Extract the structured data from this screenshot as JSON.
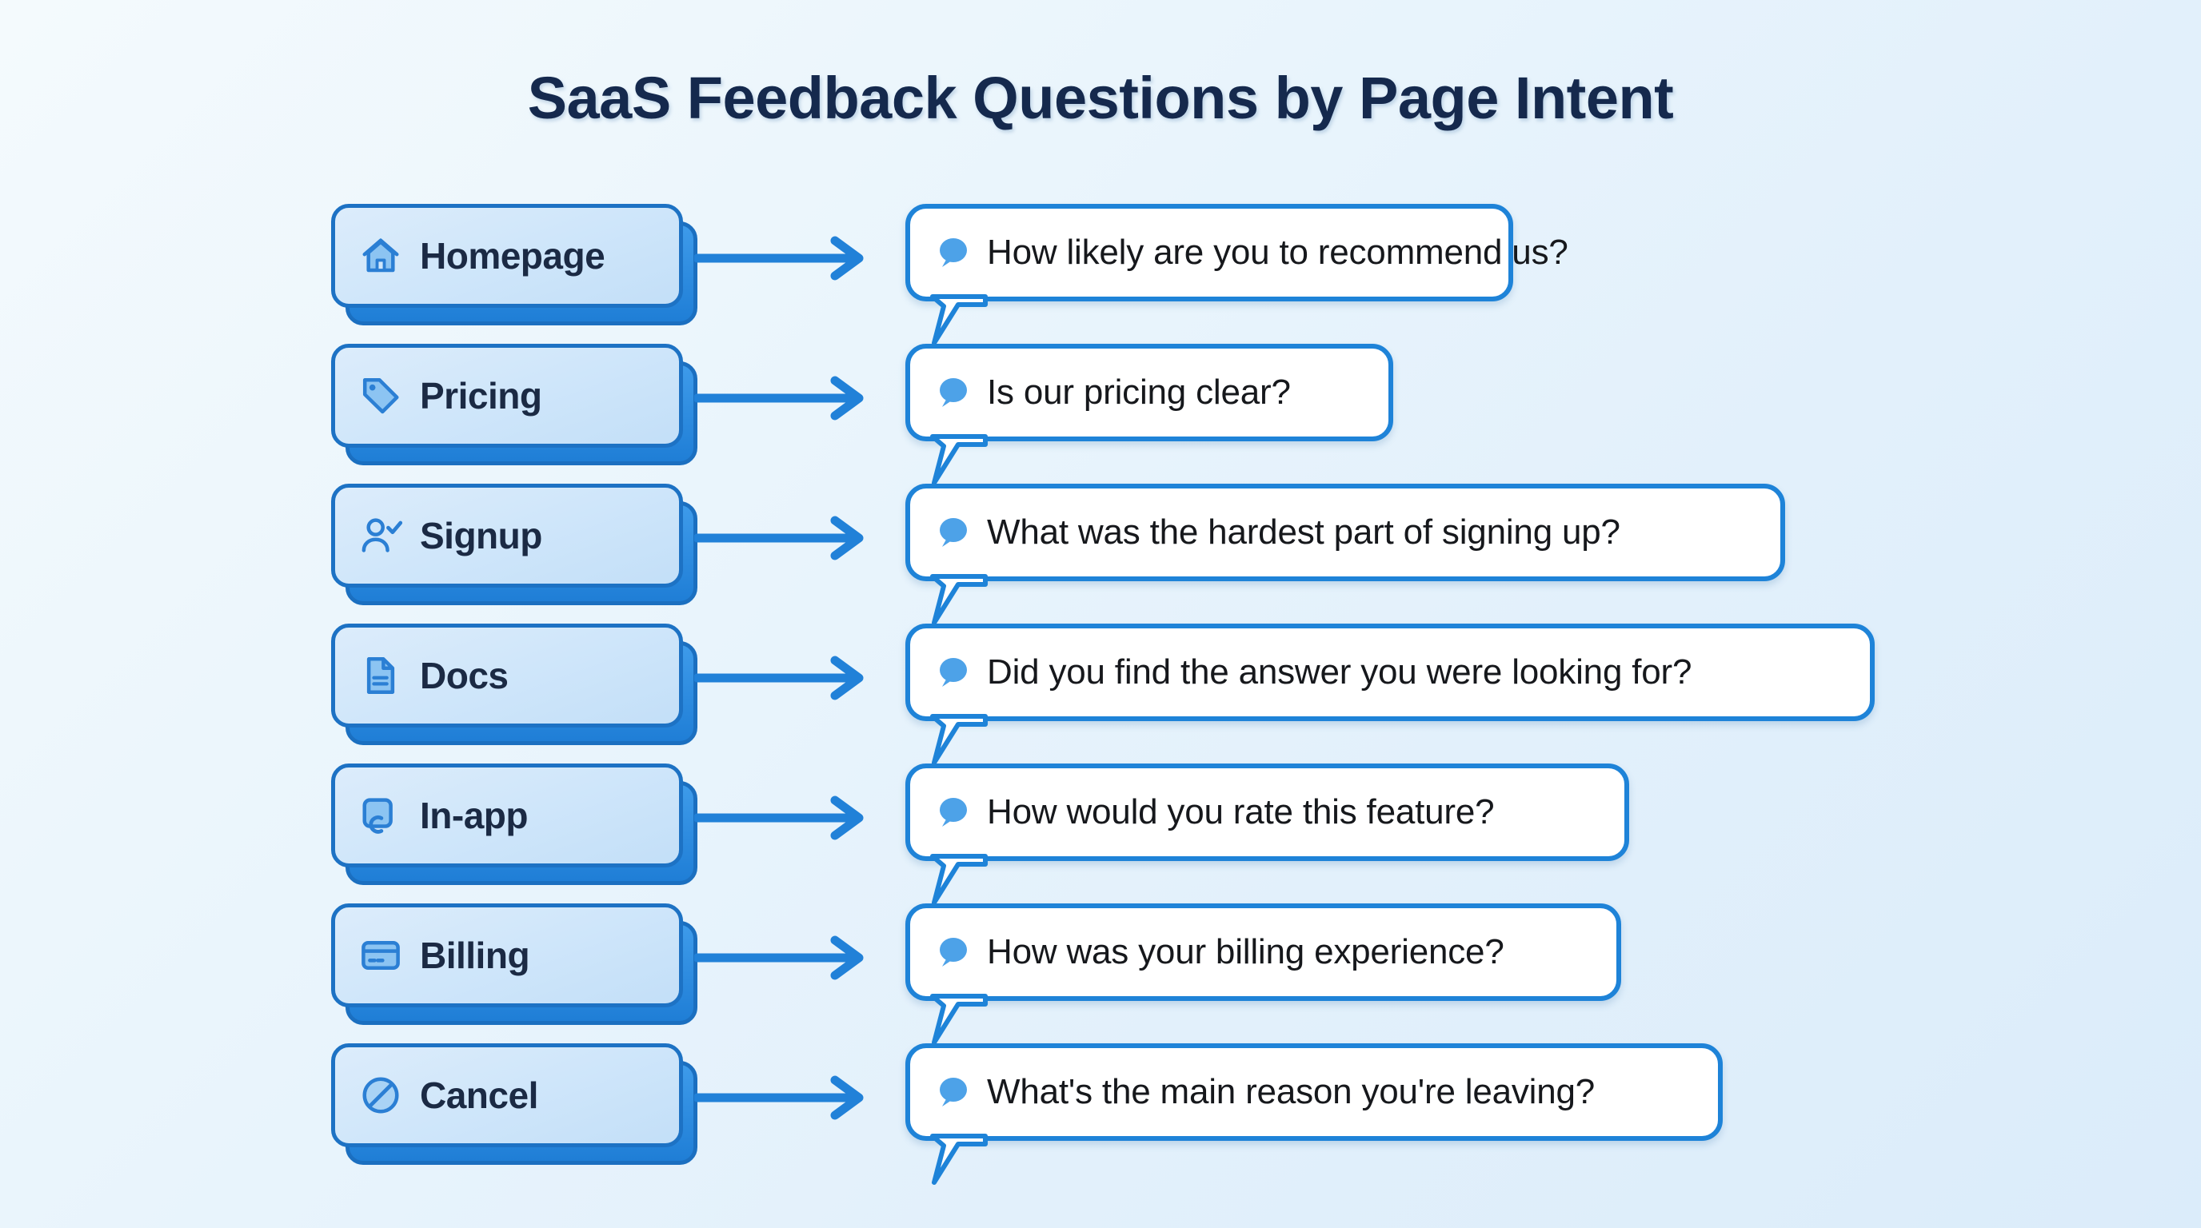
{
  "header": {
    "title": "SaaS Feedback Questions by Page Intent"
  },
  "colors": {
    "title_text": "#15294d",
    "pill_border": "#1d72c4",
    "pill_shadow": "#1f7ed6",
    "pill_fill_top": "#dcecfb",
    "pill_fill_bottom": "#c3dff8",
    "pill_label_text": "#1b2a44",
    "icon_stroke": "#2b7fd4",
    "icon_fill": "#8cc4f2",
    "arrow": "#2181d8",
    "bubble_border": "#1e83d8",
    "bubble_fill": "#ffffff",
    "bubble_text": "#16181c",
    "chat_icon": "#4da2e8",
    "background_start": "#f4fafd",
    "background_end": "#dbecfa"
  },
  "rows": [
    {
      "page": "Homepage",
      "icon": "home-icon",
      "question": "How likely are you to recommend us?",
      "bubble_width": 760,
      "connector": "arrow-right-icon",
      "chat_icon": "chat-bubble-icon"
    },
    {
      "page": "Pricing",
      "icon": "tag-icon",
      "question": "Is our pricing clear?",
      "bubble_width": 610,
      "connector": "arrow-right-icon",
      "chat_icon": "chat-bubble-icon"
    },
    {
      "page": "Signup",
      "icon": "user-check-icon",
      "question": "What was the hardest part of signing up?",
      "bubble_width": 1100,
      "connector": "arrow-right-icon",
      "chat_icon": "chat-bubble-icon"
    },
    {
      "page": "Docs",
      "icon": "document-icon",
      "question": "Did you find the answer you were looking for?",
      "bubble_width": 1212,
      "connector": "arrow-right-icon",
      "chat_icon": "chat-bubble-icon"
    },
    {
      "page": "In-app",
      "icon": "app-window-icon",
      "question": "How would you rate this feature?",
      "bubble_width": 905,
      "connector": "arrow-right-icon",
      "chat_icon": "chat-bubble-icon"
    },
    {
      "page": "Billing",
      "icon": "credit-card-icon",
      "question": "How was your billing experience?",
      "bubble_width": 895,
      "connector": "arrow-right-icon",
      "chat_icon": "chat-bubble-icon"
    },
    {
      "page": "Cancel",
      "icon": "ban-icon",
      "question": "What's the main reason you're leaving?",
      "bubble_width": 1022,
      "connector": "arrow-right-icon",
      "chat_icon": "chat-bubble-icon"
    }
  ]
}
